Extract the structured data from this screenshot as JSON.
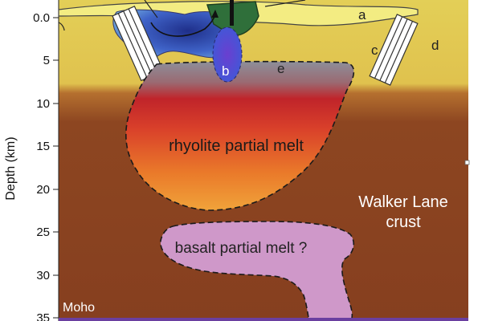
{
  "axis": {
    "label": "Depth (km)",
    "ticks": [
      "0.0",
      "5",
      "10",
      "15",
      "20",
      "25",
      "30",
      "35"
    ]
  },
  "labels": {
    "a": "a",
    "b": "b",
    "c": "c",
    "d": "d",
    "e": "e",
    "rhyolite": "rhyolite partial melt",
    "basalt": "basalt partial melt ?",
    "walker_line1": "Walker Lane",
    "walker_line2": "crust",
    "moho": "Moho"
  },
  "colors": {
    "upper_crust": "#e3cf57",
    "lower_crust": "#8b4420",
    "basalt_melt": "#cf98c9",
    "moho_line": "#6a3fa0",
    "surface_fill": "#f3ec82"
  },
  "icons": [
    "dike-icon",
    "conduit-icon",
    "flow-arrow-icon"
  ]
}
